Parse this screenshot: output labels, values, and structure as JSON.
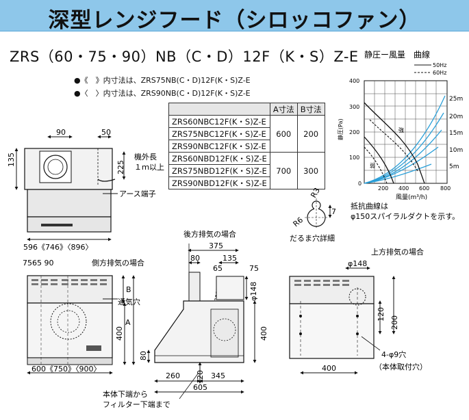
{
  "title": "深型レンジフード（シロッコファン）",
  "model": "ZRS（60・75・90）NB（C・D）12F（K・S）Z-E",
  "notes": [
    "●《　》内寸法は、ZRS75NB(C・D)12F(K・S)Z-E",
    "●〈　〉内寸法は、ZRS90NB(C・D)12F(K・S)Z-E"
  ],
  "spec_table": {
    "headers": [
      "",
      "A寸法",
      "B寸法"
    ],
    "groups": [
      {
        "models": [
          "ZRS60NBC12F(K・S)Z-E",
          "ZRS75NBC12F(K・S)Z-E",
          "ZRS90NBC12F(K・S)Z-E"
        ],
        "a": "600",
        "b": "200"
      },
      {
        "models": [
          "ZRS60NBD12F(K・S)Z-E",
          "ZRS75NBD12F(K・S)Z-E",
          "ZRS90NBD12F(K・S)Z-E"
        ],
        "a": "700",
        "b": "300"
      }
    ]
  },
  "curve": {
    "title": "静圧ー風量　曲線",
    "legend_50": "50Hz",
    "legend_60": "60Hz",
    "ylabel": "静圧(Pa)",
    "xlabel": "風量(m³/h)",
    "yticks": [
      "400",
      "300",
      "200",
      "100",
      "0"
    ],
    "xticks": [
      "200",
      "400",
      "600",
      "800"
    ],
    "lengths": [
      "25m",
      "20m",
      "15m",
      "10m",
      "5m"
    ],
    "strong": "強",
    "weak": "弱",
    "caption1": "抵抗曲線は",
    "caption2": "φ150スパイラルダクトを示す。"
  },
  "front": {
    "dim_90": "90",
    "dim_50": "50",
    "dim_135": "135",
    "dim_225": "225",
    "cable1": "機外長",
    "cable2": "１ｍ以上",
    "earth": "アース端子",
    "width": "596《746》〈896〉"
  },
  "dama": {
    "r3": "R3",
    "r6": "R6",
    "d7": "7",
    "label": "だるま穴詳細"
  },
  "side_view": {
    "rear_label": "後方排気の場合",
    "d375": "375",
    "d80": "80",
    "d135": "135",
    "d65": "65",
    "d75": "75",
    "d148": "φ148",
    "d400": "400",
    "d20": "20",
    "d80b": "80",
    "d260": "260",
    "d345": "345",
    "d605": "605",
    "filter1": "本体下端から",
    "filter2": "フィルター下端まで"
  },
  "bottom_front": {
    "top_dims": "7565 90",
    "side_label": "側方排気の場合",
    "vent": "通気穴",
    "dimB": "B",
    "dimA": "A",
    "d400": "400",
    "width": "600《750》〈900〉"
  },
  "top_view": {
    "label": "上方排気の場合",
    "d148": "φ148",
    "d120": "120",
    "d200": "200",
    "d400": "400",
    "holes1": "4-φ9穴",
    "holes2": "（本体取付穴）"
  }
}
